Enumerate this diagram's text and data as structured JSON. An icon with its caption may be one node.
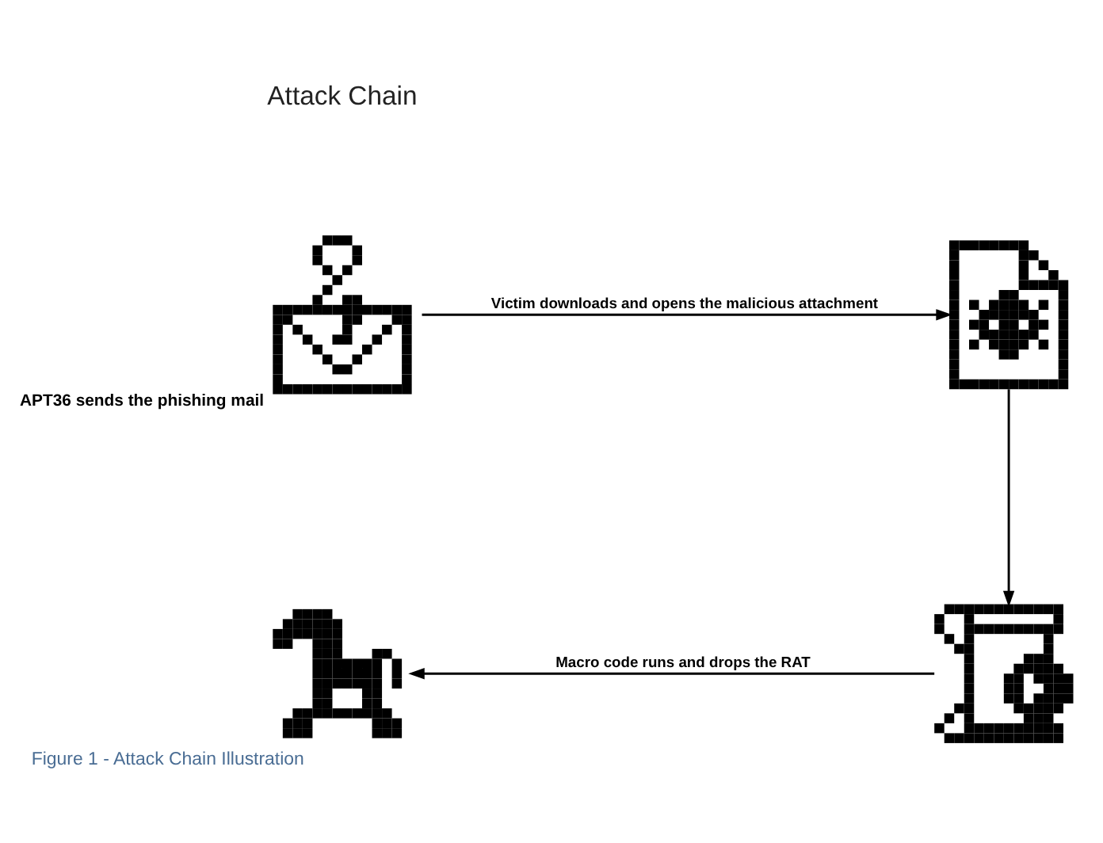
{
  "diagram": {
    "title": "Attack Chain",
    "caption": "Figure 1 - Attack Chain Illustration",
    "nodes": [
      {
        "text": [],
        "shape": "picture",
        "beside": [
          "APT36 sends the phishing mail"
        ]
      },
      {
        "text": [],
        "shape": "picture"
      },
      {
        "text": [],
        "shape": "picture"
      },
      {
        "text": [],
        "shape": "picture"
      }
    ],
    "edges": [
      {
        "from": 0,
        "to": 1,
        "arrow": "to",
        "label": "Victim downloads and opens the malicious attachment"
      },
      {
        "from": 1,
        "to": 2,
        "arrow": "to"
      },
      {
        "from": 2,
        "to": 3,
        "arrow": "to",
        "label": "Macro code runs and drops the RAT"
      }
    ]
  }
}
